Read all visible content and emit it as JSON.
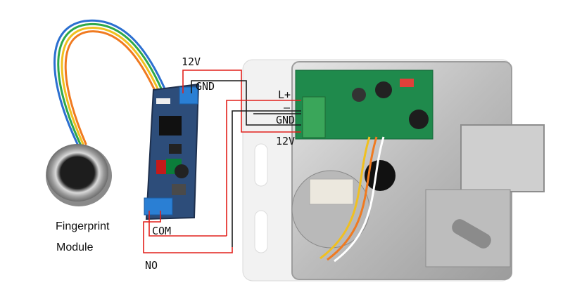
{
  "module": {
    "caption_line1": "Fingerprint",
    "caption_line2": "Module"
  },
  "wiring_labels": {
    "v12_top": "12V",
    "gnd_top": "GND",
    "l_plus": "L+",
    "l_minus": "–",
    "gnd_right": "GND",
    "v12_right": "12V",
    "com": "COM",
    "no": "NO"
  },
  "colors": {
    "red_wire": "#e2211c",
    "black_wire": "#1a1a1a",
    "pcb_blue": "#2d4d7a",
    "pcb_green": "#1f8a4c",
    "terminal_blue": "#2a7fd4",
    "terminal_green": "#3aa65a",
    "metal": "#c9c9c9"
  }
}
